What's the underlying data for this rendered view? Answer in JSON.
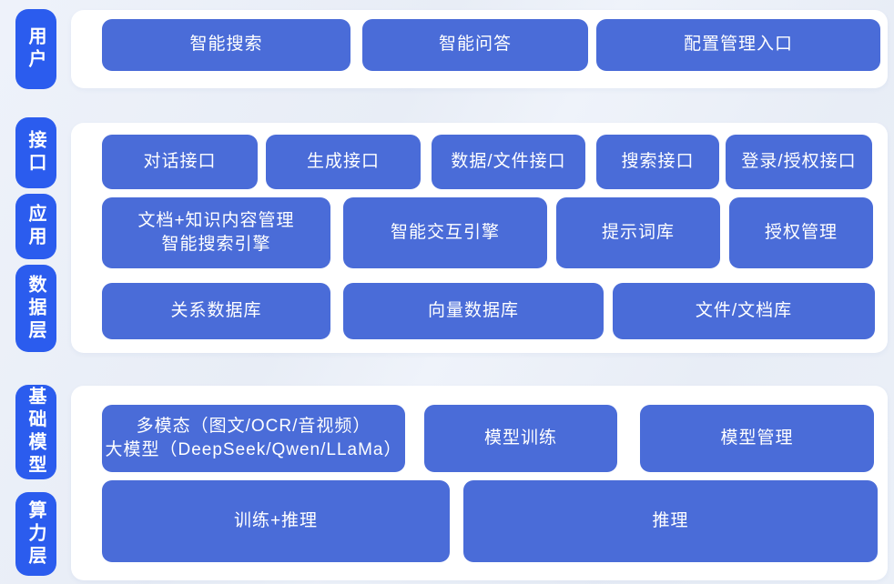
{
  "colors": {
    "background": "#e9eef6",
    "panel": "#ffffff",
    "layer_label_blue": "#2b5cee",
    "block_blue": "#4a6cd8",
    "text_white": "#ffffff"
  },
  "layers": {
    "user": {
      "label": "用户"
    },
    "interface": {
      "label": "接口"
    },
    "application": {
      "label": "应用"
    },
    "data": {
      "label": "数据层"
    },
    "base_model": {
      "label": "基础模型"
    },
    "compute": {
      "label": "算力层"
    }
  },
  "blocks": {
    "user": [
      "智能搜索",
      "智能问答",
      "配置管理入口"
    ],
    "interface": [
      "对话接口",
      "生成接口",
      "数据/文件接口",
      "搜索接口",
      "登录/授权接口"
    ],
    "application": [
      "文档+知识内容管理\n智能搜索引擎",
      "智能交互引擎",
      "提示词库",
      "授权管理"
    ],
    "data": [
      "关系数据库",
      "向量数据库",
      "文件/文档库"
    ],
    "base_model": [
      "多模态（图文/OCR/音视频）\n大模型（DeepSeek/Qwen/LLaMa）",
      "模型训练",
      "模型管理"
    ],
    "compute": [
      "训练+推理",
      "推理"
    ]
  }
}
